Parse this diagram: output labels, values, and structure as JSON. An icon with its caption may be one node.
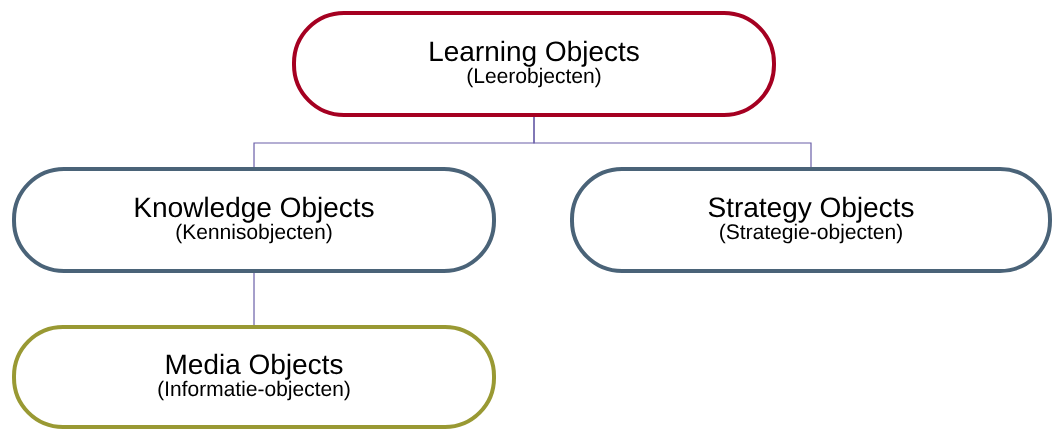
{
  "diagram": {
    "nodes": [
      {
        "text": [
          "Learning Objects",
          "(Leerobjecten)"
        ]
      },
      {
        "text": [
          "Knowledge Objects",
          "(Kennisobjecten)"
        ]
      },
      {
        "text": [
          "Strategy Objects",
          "(Strategie-objecten)"
        ]
      },
      {
        "text": [
          "Media Objects",
          "(Informatie-objecten)"
        ]
      }
    ],
    "edges": [
      {
        "from": 0,
        "to": 1,
        "arrow": "none"
      },
      {
        "from": 0,
        "to": 2,
        "arrow": "none"
      },
      {
        "from": 1,
        "to": 3,
        "arrow": "none"
      }
    ]
  }
}
